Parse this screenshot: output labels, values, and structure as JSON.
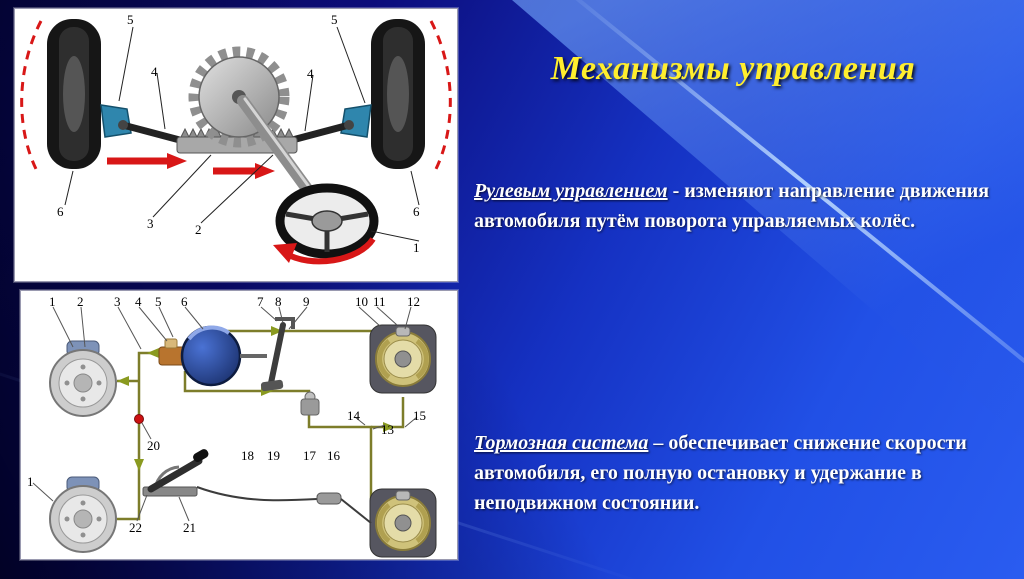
{
  "slide": {
    "title": "Механизмы управления",
    "paragraphs": [
      {
        "lead": "Рулевым управлением",
        "rest": " -  изменяют направление движения автомобиля путём поворота управляемых колёс."
      },
      {
        "lead": "Тормозная система",
        "rest": " – обеспечивает снижение скорости автомобиля, его полную остановку и удержание в неподвижном состоянии."
      }
    ]
  },
  "steering_diagram": {
    "description": "steering-rack-and-pinion-schematic",
    "callouts": [
      "5",
      "4",
      "5",
      "4",
      "6",
      "3",
      "2",
      "6",
      "1"
    ]
  },
  "brake_diagram": {
    "description": "brake-system-schematic",
    "callouts_top": [
      "1",
      "2",
      "3",
      "4",
      "5",
      "6",
      "7",
      "8",
      "9",
      "10",
      "11",
      "12"
    ],
    "callouts_misc": [
      "1",
      "20",
      "18",
      "19",
      "16",
      "17",
      "13",
      "14",
      "15",
      "21",
      "22"
    ]
  },
  "colors": {
    "background_blue": "#1531c2",
    "title_yellow": "#ffee2e",
    "arrow_red": "#d81717",
    "pipe_olive": "#7d7d2a",
    "knuckle_blue": "#2f86ad"
  }
}
